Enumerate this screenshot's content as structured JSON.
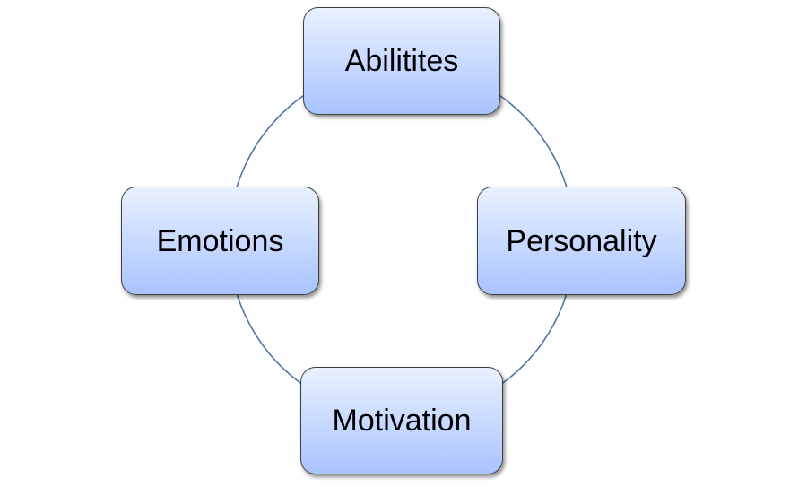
{
  "diagram": {
    "type": "cycle",
    "connector_color": "#4f74a6",
    "box_fill": "#c6d8ff",
    "nodes": [
      {
        "position": "top",
        "label": "Abilitites"
      },
      {
        "position": "right",
        "label": "Personality"
      },
      {
        "position": "bottom",
        "label": "Motivation"
      },
      {
        "position": "left",
        "label": "Emotions"
      }
    ]
  }
}
